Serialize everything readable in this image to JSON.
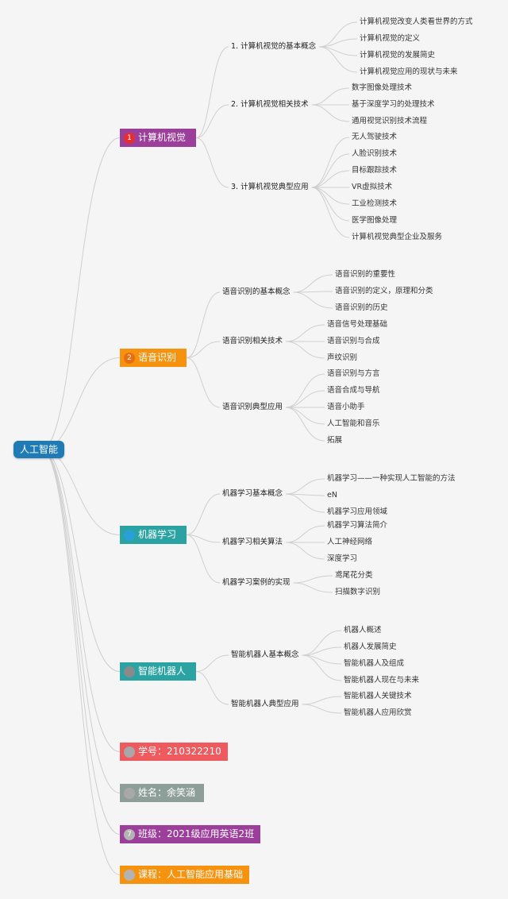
{
  "root": "人工智能",
  "branches": [
    {
      "label": "计算机视觉",
      "badge": "1",
      "color": "#9c3f9a",
      "badge_color": "#e62e2e",
      "subs": [
        {
          "label": "1. 计算机视觉的基本概念",
          "leaves": [
            "计算机视觉改变人类看世界的方式",
            "计算机视觉的定义",
            "计算机视觉的发展简史",
            "计算机视觉应用的现状与未来"
          ]
        },
        {
          "label": "2. 计算机视觉相关技术",
          "leaves": [
            "数字图像处理技术",
            "基于深度学习的处理技术",
            "通用视觉识别技术流程"
          ]
        },
        {
          "label": "3. 计算机视觉典型应用",
          "leaves": [
            "无人驾驶技术",
            "人脸识别技术",
            "目标跟踪技术",
            "VR虚拟技术",
            "工业检测技术",
            "医学图像处理",
            "计算机视觉典型企业及服务"
          ]
        }
      ]
    },
    {
      "label": "语音识别",
      "badge": "2",
      "color": "#f6920e",
      "badge_color": "#e86d10",
      "subs": [
        {
          "label": "语音识别的基本概念",
          "leaves": [
            "语音识别的重要性",
            "语音识别的定义，原理和分类",
            "语音识别的历史"
          ]
        },
        {
          "label": "语音识别相关技术",
          "leaves": [
            "语音信号处理基础",
            "语音识别与合成",
            "声纹识别"
          ]
        },
        {
          "label": "语音识别典型应用",
          "leaves": [
            "语音识别与方言",
            "语音合成与导航",
            "语音小助手",
            "人工智能和音乐",
            "拓展"
          ]
        }
      ]
    },
    {
      "label": "机器学习",
      "badge": "",
      "color": "#2ba3a3",
      "badge_color": "#29a0d8",
      "subs": [
        {
          "label": "机器学习基本概念",
          "leaves": [
            "机器学习——一种实现人工智能的方法",
            "eN",
            "机器学习应用领域"
          ]
        },
        {
          "label": "机器学习相关算法",
          "leaves": [
            "机器学习算法简介",
            "人工神经网络",
            "深度学习"
          ]
        },
        {
          "label": "机器学习案例的实现",
          "leaves": [
            "鸢尾花分类",
            "扫描数字识别"
          ]
        }
      ]
    },
    {
      "label": "智能机器人",
      "badge": "",
      "color": "#2ba3a3",
      "badge_color": "#8a8a8a",
      "subs": [
        {
          "label": "智能机器人基本概念",
          "leaves": [
            "机器人概述",
            "机器人发展简史",
            "智能机器人及组成",
            "智能机器人现在与未来"
          ]
        },
        {
          "label": "智能机器人典型应用",
          "leaves": [
            "智能机器人关键技术",
            "智能机器人应用欣赏"
          ]
        }
      ]
    },
    {
      "label": "学号：210322210",
      "badge": "",
      "color": "#ef5a5e",
      "badge_color": "#a8a8a8",
      "subs": []
    },
    {
      "label": "姓名：余笑涵",
      "badge": "",
      "color": "#8e9f9a",
      "badge_color": "#a8a8a8",
      "subs": []
    },
    {
      "label": "班级：2021级应用英语2班",
      "badge": "7",
      "color": "#9c3f9a",
      "badge_color": "#b3b3b3",
      "subs": []
    },
    {
      "label": "课程：人工智能应用基础",
      "badge": "",
      "color": "#f6920e",
      "badge_color": "#b3b3b3",
      "subs": []
    }
  ]
}
